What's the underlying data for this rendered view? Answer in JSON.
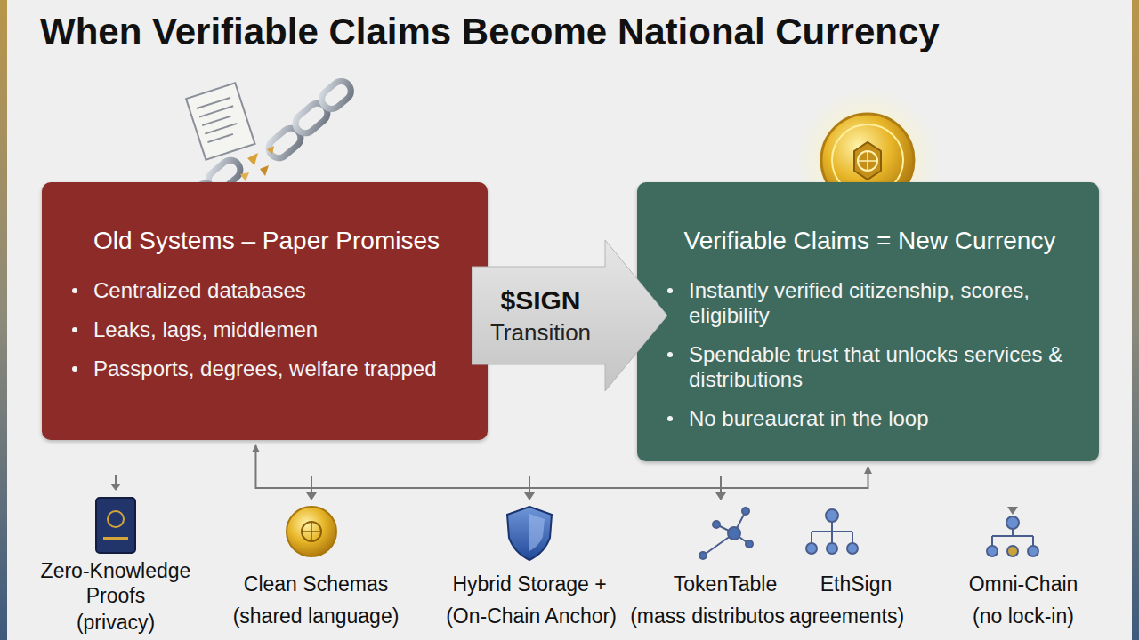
{
  "diagram": {
    "title": "When Verifiable Claims Become National Currency",
    "nodes": [
      {
        "text": [
          "Old Systems – Paper Promises",
          "Centralized databases",
          "Leaks, lags, middlemen",
          "Passports, degrees, welfare trapped"
        ]
      },
      {
        "text": [
          "$SIGN",
          "Transition"
        ]
      },
      {
        "text": [
          "Verifiable Claims = New Currency",
          "Instantly verified citizenship, scores, eligibility",
          "Spendable trust that unlocks services & distributions",
          "No bureaucrat in the loop"
        ]
      }
    ],
    "edges": [
      {
        "from": 0,
        "to": 2,
        "arrow": "both"
      }
    ],
    "labels": [
      "Zero-Knowledge Proofs",
      "(privacy)",
      "Clean Schemas",
      "(shared language)",
      "Hybrid Storage +",
      "(On-Chain Anchor)",
      "TokenTable",
      "(mass distributos",
      "EthSign",
      "agreements)",
      "Omni-Chain",
      "(no lock-in)"
    ]
  }
}
